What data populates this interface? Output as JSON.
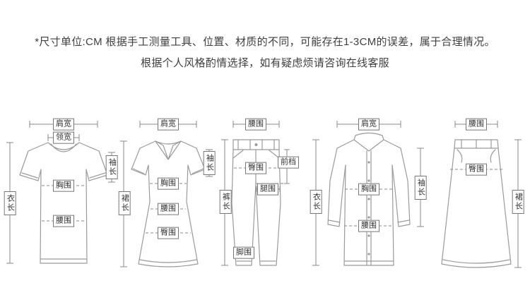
{
  "note": {
    "line1": "*尺寸单位:CM 根据手工测量工具、位置、材质的不同，可能存在1-3CM的误差，属于合理情况。",
    "line2": "根据个人风格酌情选择，如有疑虑烦请咨询在线客服"
  },
  "colors": {
    "garment_outline": "#9a9a9a",
    "measure_line": "#888888",
    "label_border": "#777777",
    "label_text": "#333333",
    "note_text": "#3f3f3f",
    "background": "#ffffff"
  },
  "diagrams": [
    {
      "garment": "short-sleeve-tshirt",
      "labels": {
        "shoulder": "肩宽",
        "collar": "领宽",
        "sleeve": "袖长",
        "chest": "胸围",
        "length": "衣长",
        "waist": "腰围"
      }
    },
    {
      "garment": "short-sleeve-dress",
      "labels": {
        "shoulder": "肩宽",
        "sleeve": "袖长",
        "chest": "胸围",
        "length": "裙长",
        "waist": "腰围",
        "hip": "臀围"
      }
    },
    {
      "garment": "pants",
      "labels": {
        "waist": "腰围",
        "front_rise": "前档",
        "hip": "臀围",
        "thigh": "腿围",
        "length": "裤长",
        "leg_opening": "脚围"
      }
    },
    {
      "garment": "long-sleeve-shirt",
      "labels": {
        "shoulder": "肩宽",
        "chest": "胸围",
        "length": "衣长",
        "sleeve": "袖长",
        "waist": "腰围"
      }
    },
    {
      "garment": "a-line-skirt",
      "labels": {
        "waist": "腰围",
        "hip": "臀围",
        "length": "裙长"
      }
    }
  ]
}
